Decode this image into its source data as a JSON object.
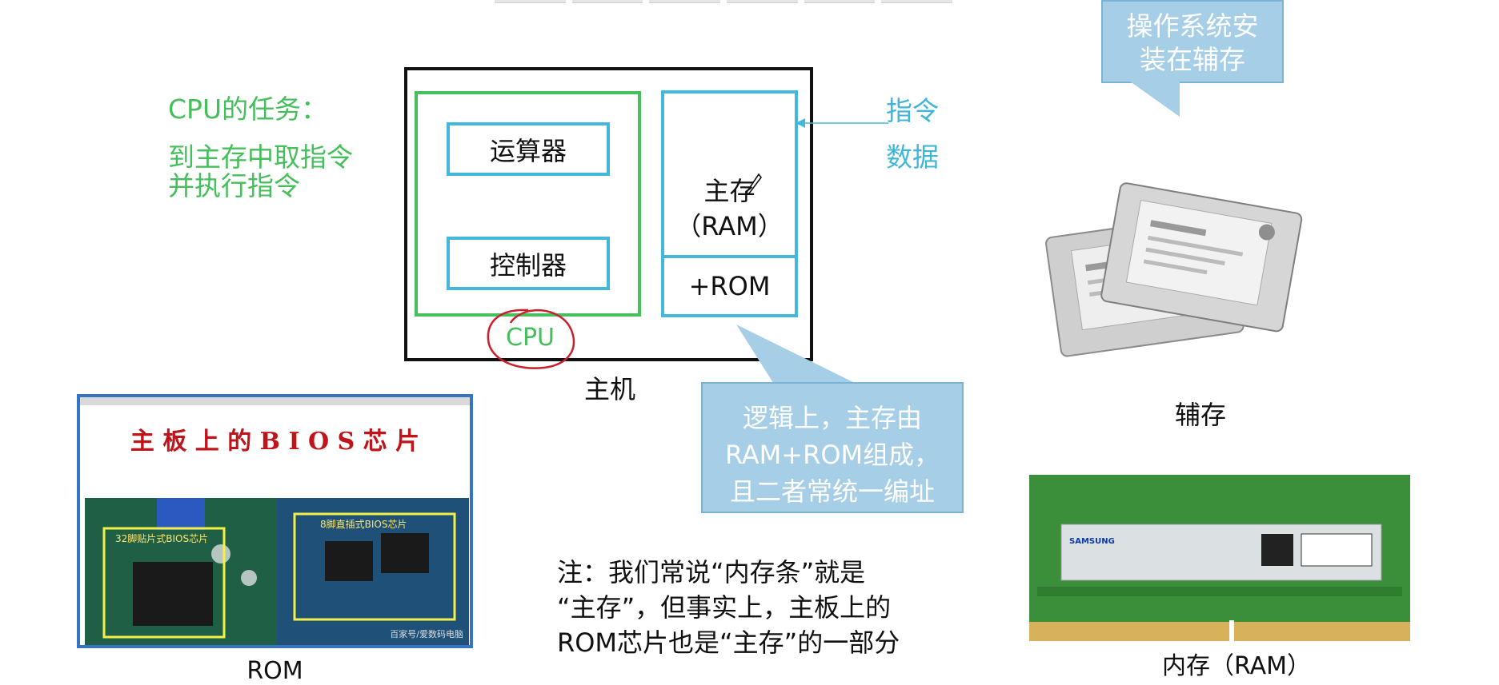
{
  "cpu_task": {
    "title": "CPU的任务：",
    "line1": "到主存中取指令",
    "line2": "并执行指令"
  },
  "diagram": {
    "alu_label": "运算器",
    "control_label": "控制器",
    "main_memory_label": "主存",
    "ram_label": "（RAM）",
    "rom_label": "+ROM",
    "cpu_label": "CPU",
    "host_label": "主机",
    "instruction_label": "指令",
    "data_label": "数据"
  },
  "callouts": {
    "os_line1": "操作系统安",
    "os_line2": "装在辅存",
    "logic_line1": "逻辑上，主存由",
    "logic_line2": "RAM+ROM组成，",
    "logic_line3": "且二者常统一编址"
  },
  "bios_photo": {
    "title": "主 板 上 的 B I O S 芯 片",
    "chip_left_label": "32脚贴片式BIOS芯片",
    "chip_right_label": "8脚直插式BIOS芯片",
    "watermark": "百家号/爱数码电脑",
    "caption": "ROM"
  },
  "note": {
    "line1": "注：我们常说“内存条”就是",
    "line2": "“主存”，但事实上，主板上的",
    "line3": "ROM芯片也是“主存”的一部分"
  },
  "secondary_storage": {
    "caption": "辅存"
  },
  "ram_stick": {
    "brand": "SAMSUNG",
    "caption": "内存（RAM）"
  },
  "colors": {
    "green": "#45bf5b",
    "blue": "#43b7dc",
    "callout_fill": "#a6cfe7",
    "red_annotation": "#cc1f2a"
  }
}
